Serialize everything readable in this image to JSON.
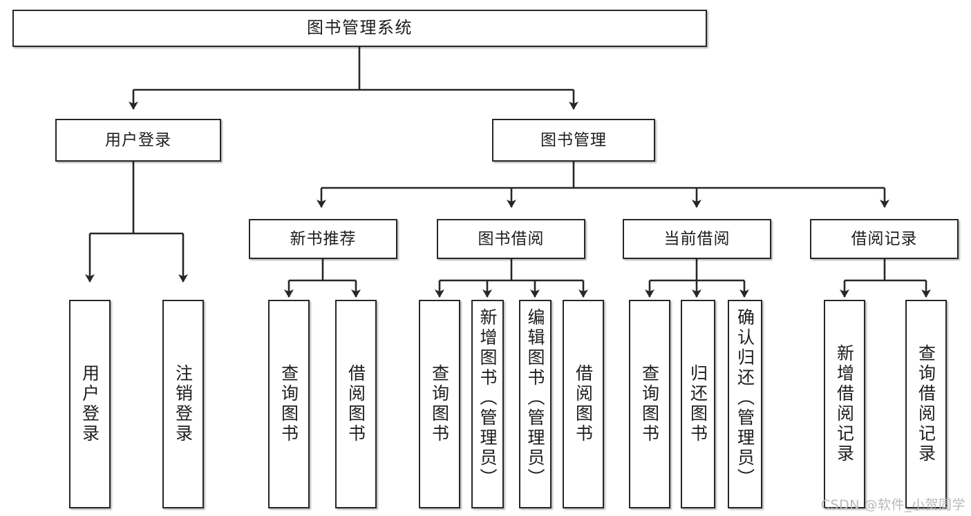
{
  "diagram": {
    "title": "图书管理系统",
    "type": "tree-hierarchy-chart",
    "colors": {
      "box_border": "#26262a",
      "box_fill": "#ffffff",
      "connector": "#26262a",
      "text": "#1d1d20",
      "watermark": "#b8b8bc",
      "background": "#ffffff"
    },
    "root": {
      "label": "图书管理系统"
    },
    "level2": [
      {
        "label": "用户登录"
      },
      {
        "label": "图书管理"
      }
    ],
    "level3": [
      {
        "label": "新书推荐"
      },
      {
        "label": "图书借阅"
      },
      {
        "label": "当前借阅"
      },
      {
        "label": "借阅记录"
      }
    ],
    "leaves": {
      "user_login": [
        {
          "label": "用户登录"
        },
        {
          "label": "注销登录"
        }
      ],
      "new_book_recommend": [
        {
          "label": "查询图书"
        },
        {
          "label": "借阅图书"
        }
      ],
      "book_borrow": [
        {
          "label": "查询图书"
        },
        {
          "label": "新增图书（管理员）"
        },
        {
          "label": "编辑图书（管理员）"
        },
        {
          "label": "借阅图书"
        }
      ],
      "current_borrow": [
        {
          "label": "查询图书"
        },
        {
          "label": "归还图书"
        },
        {
          "label": "确认归还（管理员）"
        }
      ],
      "borrow_records": [
        {
          "label": "新增借阅记录"
        },
        {
          "label": "查询借阅记录"
        }
      ]
    }
  },
  "watermark": {
    "text": "CSDN @软件_小贺同学"
  }
}
